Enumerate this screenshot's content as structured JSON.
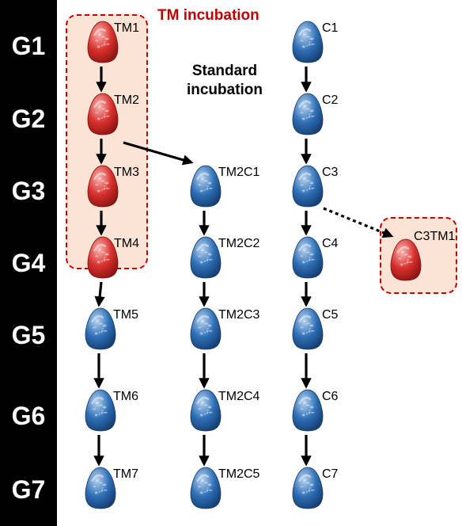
{
  "generations": [
    "G1",
    "G2",
    "G3",
    "G4",
    "G5",
    "G6",
    "G7"
  ],
  "titles": {
    "tm_incubation": "TM incubation",
    "standard_line1": "Standard",
    "standard_line2": "incubation"
  },
  "colors": {
    "red_egg": "#d9312e",
    "blue_egg": "#2e6fb6",
    "box_border": "#c00000",
    "box_fill": "#fbe3d6",
    "bar": "#000000"
  },
  "eggs": [
    {
      "id": "TM1",
      "label": "TM1",
      "color": "red"
    },
    {
      "id": "TM2",
      "label": "TM2",
      "color": "red"
    },
    {
      "id": "TM3",
      "label": "TM3",
      "color": "red"
    },
    {
      "id": "TM4",
      "label": "TM4",
      "color": "red"
    },
    {
      "id": "TM5",
      "label": "TM5",
      "color": "blue"
    },
    {
      "id": "TM6",
      "label": "TM6",
      "color": "blue"
    },
    {
      "id": "TM7",
      "label": "TM7",
      "color": "blue"
    },
    {
      "id": "TM2C1",
      "label": "TM2C1",
      "color": "blue"
    },
    {
      "id": "TM2C2",
      "label": "TM2C2",
      "color": "blue"
    },
    {
      "id": "TM2C3",
      "label": "TM2C3",
      "color": "blue"
    },
    {
      "id": "TM2C4",
      "label": "TM2C4",
      "color": "blue"
    },
    {
      "id": "TM2C5",
      "label": "TM2C5",
      "color": "blue"
    },
    {
      "id": "C1",
      "label": "C1",
      "color": "blue"
    },
    {
      "id": "C2",
      "label": "C2",
      "color": "blue"
    },
    {
      "id": "C3",
      "label": "C3",
      "color": "blue"
    },
    {
      "id": "C4",
      "label": "C4",
      "color": "blue"
    },
    {
      "id": "C5",
      "label": "C5",
      "color": "blue"
    },
    {
      "id": "C6",
      "label": "C6",
      "color": "blue"
    },
    {
      "id": "C7",
      "label": "C7",
      "color": "blue"
    },
    {
      "id": "C3TM1",
      "label": "C3TM1",
      "color": "red"
    }
  ],
  "arrows": [
    {
      "from": "TM1",
      "to": "TM2",
      "style": "solid"
    },
    {
      "from": "TM2",
      "to": "TM3",
      "style": "solid"
    },
    {
      "from": "TM3",
      "to": "TM4",
      "style": "solid"
    },
    {
      "from": "TM4",
      "to": "TM5",
      "style": "solid"
    },
    {
      "from": "TM5",
      "to": "TM6",
      "style": "solid"
    },
    {
      "from": "TM6",
      "to": "TM7",
      "style": "solid"
    },
    {
      "from": "TM2",
      "to": "TM2C1",
      "style": "solid"
    },
    {
      "from": "TM2C1",
      "to": "TM2C2",
      "style": "solid"
    },
    {
      "from": "TM2C2",
      "to": "TM2C3",
      "style": "solid"
    },
    {
      "from": "TM2C3",
      "to": "TM2C4",
      "style": "solid"
    },
    {
      "from": "TM2C4",
      "to": "TM2C5",
      "style": "solid"
    },
    {
      "from": "C1",
      "to": "C2",
      "style": "solid"
    },
    {
      "from": "C2",
      "to": "C3",
      "style": "solid"
    },
    {
      "from": "C3",
      "to": "C4",
      "style": "solid"
    },
    {
      "from": "C4",
      "to": "C5",
      "style": "solid"
    },
    {
      "from": "C5",
      "to": "C6",
      "style": "solid"
    },
    {
      "from": "C6",
      "to": "C7",
      "style": "solid"
    },
    {
      "from": "C3",
      "to": "C3TM1",
      "style": "dotted"
    }
  ]
}
